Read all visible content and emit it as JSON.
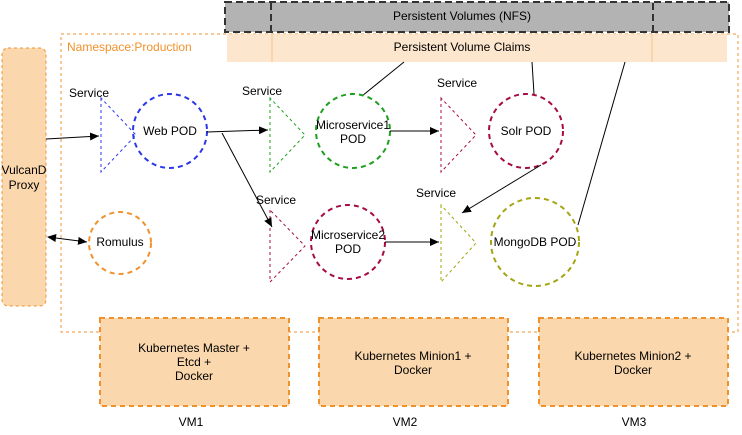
{
  "persistent_volumes": "Persistent Volumes (NFS)",
  "persistent_volume_claims": "Persistent Volume Claims",
  "namespace": "Namespace:Production",
  "proxy": {
    "line1": "VulcanD",
    "line2": "Proxy"
  },
  "service_label": "Service",
  "pods": {
    "web": "Web POD",
    "ms1": {
      "line1": "Microservice1",
      "line2": "POD"
    },
    "ms2": {
      "line1": "Microservice2",
      "line2": "POD"
    },
    "solr": "Solr POD",
    "mongo": "MongoDB POD",
    "romulus": "Romulus"
  },
  "nodes": {
    "master": {
      "line1": "Kubernetes Master +",
      "line2": "Etcd +",
      "line3": "Docker"
    },
    "minion1": {
      "line1": "Kubernetes Minion1 +",
      "line2": "Docker"
    },
    "minion2": {
      "line1": "Kubernetes Minion2 +",
      "line2": "Docker"
    }
  },
  "vms": {
    "vm1": "VM1",
    "vm2": "VM2",
    "vm3": "VM3"
  },
  "colors": {
    "orange_fill": "#fad7ac",
    "orange_stroke": "#f0922c",
    "blue": "#2a38e8",
    "green": "#1e9f1e",
    "maroon": "#a50c45",
    "olive": "#a3a512",
    "grey": "#b3b3b3"
  }
}
